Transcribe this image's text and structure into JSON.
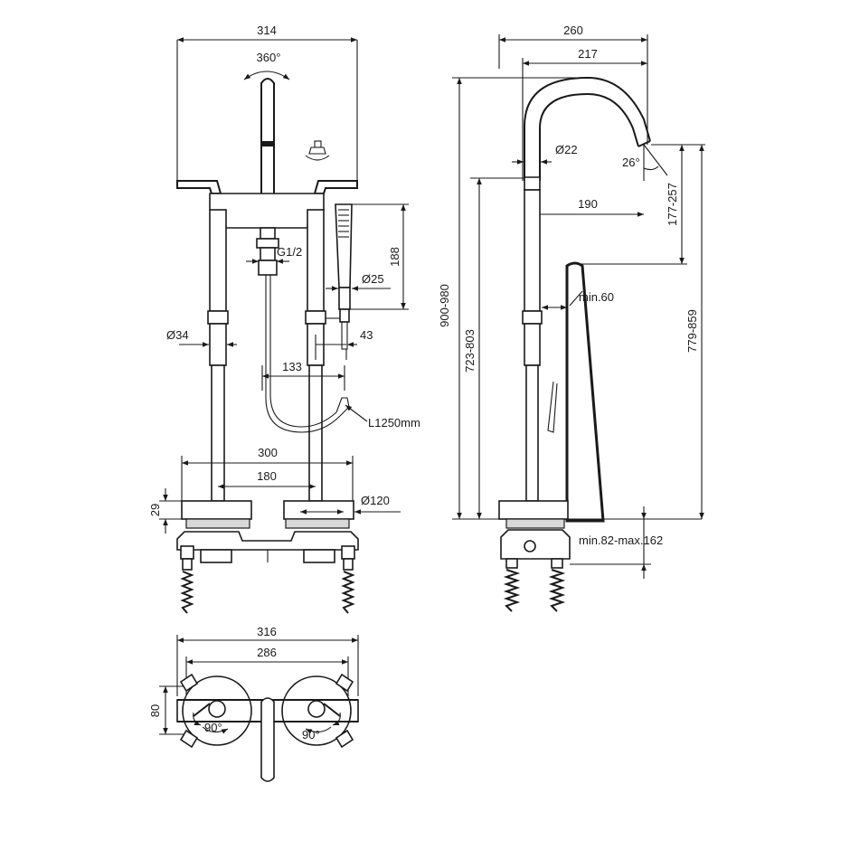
{
  "drawing": {
    "front_view": {
      "width_top": "314",
      "rotation": "360°",
      "connection_thread": "G1/2",
      "shower_height": "188",
      "shower_diameter": "Ø25",
      "riser_diameter": "Ø34",
      "shower_holder_offset": "43",
      "hose_spacing": "133",
      "hose_length": "L1250mm",
      "base_width_outer": "300",
      "base_width_inner": "180",
      "base_height": "29",
      "base_diameter": "Ø120"
    },
    "side_view": {
      "width_overall": "260",
      "spout_reach": "217",
      "spout_diameter": "Ø22",
      "spout_angle": "26°",
      "spout_projection": "190",
      "spout_drop": "177-257",
      "total_height": "900-980",
      "spout_height": "723-803",
      "outlet_height": "779-859",
      "bath_clearance": "min.60",
      "floor_depth": "min.82-max.162"
    },
    "plan_view": {
      "width_outer": "316",
      "width_inner": "286",
      "depth": "80",
      "handle_rotation_left": "90°",
      "handle_rotation_right": "90°"
    }
  }
}
